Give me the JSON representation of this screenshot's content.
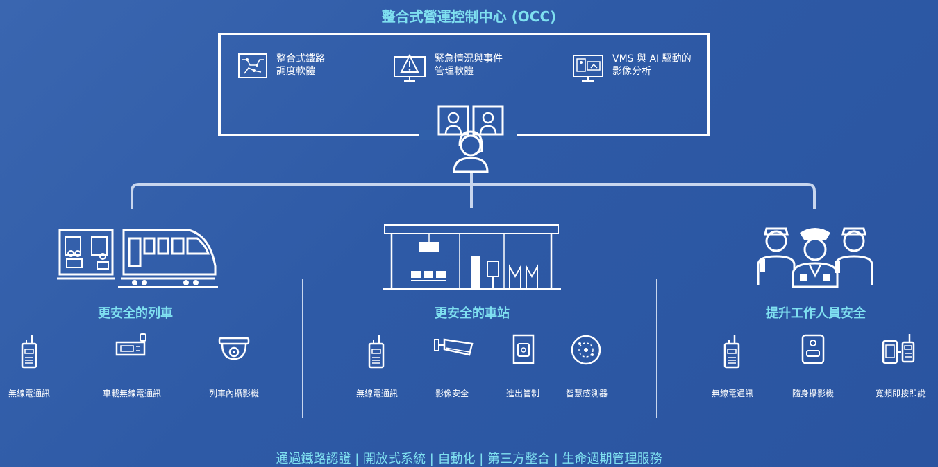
{
  "title": "整合式營運控制中心 (OCC)",
  "occ_items": [
    {
      "icon": "rail-dispatch-map-icon",
      "line1": "整合式鐵路",
      "line2": "調度軟體"
    },
    {
      "icon": "emergency-alert-monitor-icon",
      "line1": "緊急情況與事件",
      "line2": "管理軟體"
    },
    {
      "icon": "video-analytics-monitor-icon",
      "line1": "VMS 與 AI 驅動的",
      "line2": "影像分析"
    }
  ],
  "sections": [
    {
      "heading": "更安全的列車",
      "devices": [
        {
          "icon": "two-way-radio-icon",
          "label": "無線電通訊"
        },
        {
          "icon": "mobile-radio-icon",
          "label": "車載無線電通訊"
        },
        {
          "icon": "dome-camera-icon",
          "label": "列車內攝影機"
        }
      ]
    },
    {
      "heading": "更安全的車站",
      "devices": [
        {
          "icon": "two-way-radio-icon",
          "label": "無線電通訊"
        },
        {
          "icon": "bullet-camera-icon",
          "label": "影像安全"
        },
        {
          "icon": "access-control-icon",
          "label": "進出管制"
        },
        {
          "icon": "smart-sensor-icon",
          "label": "智慧感測器"
        }
      ]
    },
    {
      "heading": "提升工作人員安全",
      "devices": [
        {
          "icon": "two-way-radio-icon",
          "label": "無線電通訊"
        },
        {
          "icon": "body-camera-icon",
          "label": "隨身攝影機"
        },
        {
          "icon": "broadband-ptt-icon",
          "label": "寬頻即按即說"
        }
      ]
    }
  ],
  "footer": "通過鐵路認證 | 開放式系統 | 自動化 | 第三方整合 | 生命週期管理服務",
  "colors": {
    "accent": "#7fe0f0",
    "background": "#2e5aa6",
    "line": "#ffffff"
  }
}
